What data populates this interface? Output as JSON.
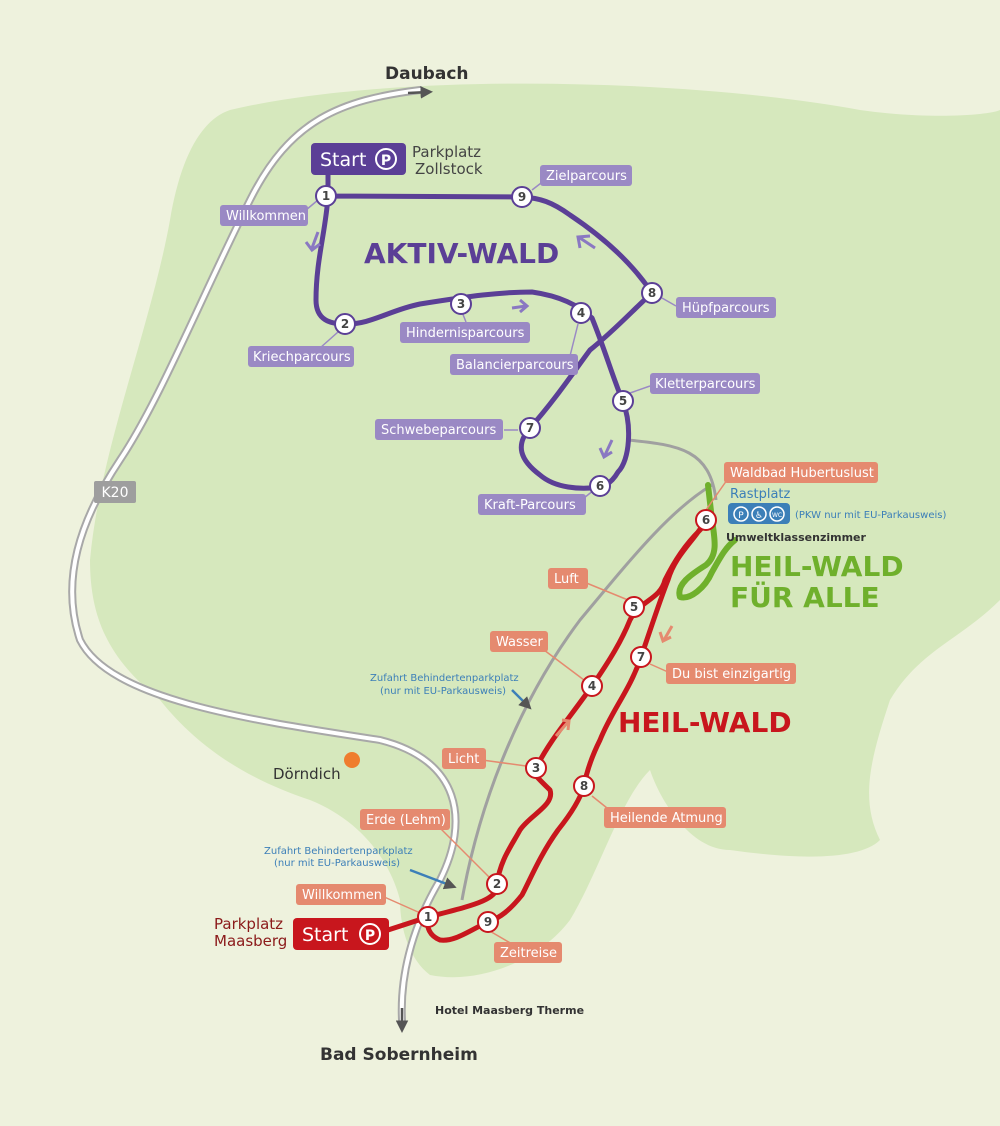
{
  "colors": {
    "background": "#eef2dd",
    "forest": "#d6e8bd",
    "aktiv": "#5b3f96",
    "aktiv_label": "#9a89c4",
    "heil": "#c8161d",
    "heil_label": "#e58a6f",
    "green": "#6fb02c",
    "road": "#b9b9b9",
    "info_blue": "#3c7fb8"
  },
  "places": {
    "top": "Daubach",
    "bottom": "Bad Sobernheim",
    "village": "Dörndich",
    "road_code": "K20",
    "hotel": "Hotel Maasberg Therme",
    "classroom": "Umweltklassenzimmer"
  },
  "aktiv_wald": {
    "title": "AKTIV-WALD",
    "start_label": "Start",
    "parking_symbol": "P",
    "parking_name_1": "Parkplatz",
    "parking_name_2": "Zollstock",
    "stations": [
      {
        "n": "1",
        "label": "Willkommen"
      },
      {
        "n": "2",
        "label": "Kriechparcours"
      },
      {
        "n": "3",
        "label": "Hindernisparcours"
      },
      {
        "n": "4",
        "label": "Balancierparcours"
      },
      {
        "n": "5",
        "label": "Kletterparcours"
      },
      {
        "n": "6",
        "label": "Kraft-Parcours"
      },
      {
        "n": "7",
        "label": "Schwebeparcours"
      },
      {
        "n": "8",
        "label": "Hüpfparcours"
      },
      {
        "n": "9",
        "label": "Zielparcours"
      }
    ]
  },
  "heil_wald": {
    "title": "HEIL-WALD",
    "start_label": "Start",
    "parking_symbol": "P",
    "parking_name_1": "Parkplatz",
    "parking_name_2": "Maasberg",
    "stations": [
      {
        "n": "1",
        "label": "Willkommen"
      },
      {
        "n": "2",
        "label": "Erde (Lehm)"
      },
      {
        "n": "3",
        "label": "Licht"
      },
      {
        "n": "4",
        "label": "Wasser"
      },
      {
        "n": "5",
        "label": "Luft"
      },
      {
        "n": "6",
        "label": "Waldbad Hubertuslust"
      },
      {
        "n": "7",
        "label": "Du bist einzigartig"
      },
      {
        "n": "8",
        "label": "Heilende Atmung"
      },
      {
        "n": "9",
        "label": "Zeitreise"
      }
    ]
  },
  "heil_wald_fuer_alle": {
    "title_line1": "HEIL-WALD",
    "title_line2": "FÜR ALLE"
  },
  "rastplatz": {
    "label": "Rastplatz",
    "icon_parking": "P",
    "icon_wc": "WC",
    "note": "(PKW nur mit EU-Parkausweis)"
  },
  "access_notes": {
    "upper_line1": "Zufahrt Behindertenparkplatz",
    "upper_line2": "(nur mit EU-Parkausweis)",
    "lower_line1": "Zufahrt Behindertenparkplatz",
    "lower_line2": "(nur mit EU-Parkausweis)"
  }
}
